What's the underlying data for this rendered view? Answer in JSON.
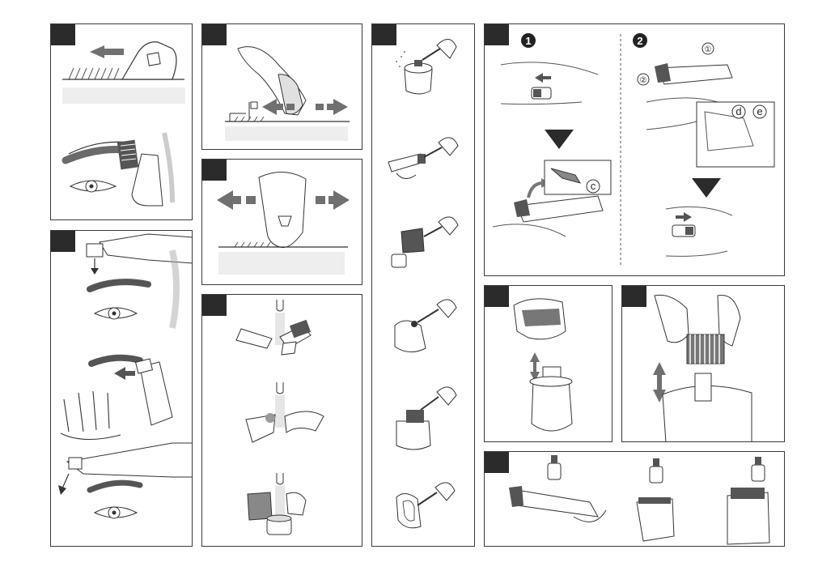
{
  "colors": {
    "panel_border": "#3a3a3a",
    "tab": "#2b2b2b",
    "arrow": "#707070",
    "skin_band": "#eeeeee",
    "line": "#555555"
  },
  "step_labels": {
    "one": "1",
    "two": "2",
    "circled_one": "①",
    "circled_two": "②",
    "c": "c",
    "d": "d",
    "e": "e"
  }
}
